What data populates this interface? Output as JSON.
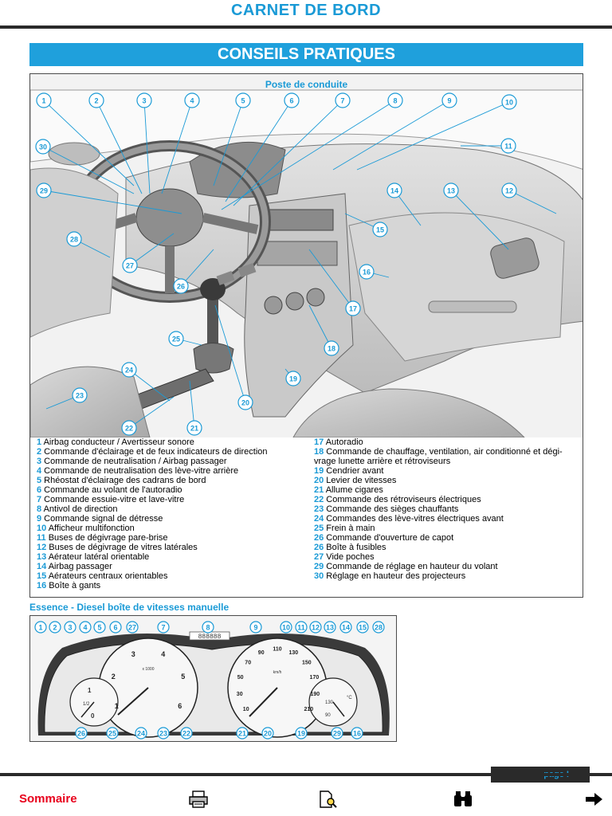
{
  "header": {
    "title": "CARNET DE BORD"
  },
  "section": {
    "title": "CONSEILS PRATIQUES"
  },
  "figure": {
    "caption": "Poste de conduite",
    "callouts": [
      "1",
      "2",
      "3",
      "4",
      "5",
      "6",
      "7",
      "8",
      "9",
      "10",
      "11",
      "12",
      "13",
      "14",
      "15",
      "16",
      "17",
      "18",
      "19",
      "20",
      "21",
      "22",
      "23",
      "24",
      "25",
      "26",
      "27",
      "28",
      "29",
      "30"
    ]
  },
  "legend": {
    "left": [
      {
        "num": "1",
        "text": " Airbag conducteur / Avertisseur sonore"
      },
      {
        "num": "2",
        "text": " Commande d'éclairage et de feux indicateurs de direction"
      },
      {
        "num": "3",
        "text": " Commande de neutralisation / Airbag passager"
      },
      {
        "num": "4",
        "text": " Commande de neutralisation des lève-vitre arrière"
      },
      {
        "num": "5",
        "text": " Rhéostat d'éclairage des cadrans de bord"
      },
      {
        "num": "6",
        "text": " Commande au volant de l'autoradio"
      },
      {
        "num": "7",
        "text": " Commande essuie-vitre et lave-vitre"
      },
      {
        "num": "8",
        "text": " Antivol de direction"
      },
      {
        "num": "9",
        "text": " Commande signal de détresse"
      },
      {
        "num": "10",
        "text": " Afficheur multifonction"
      },
      {
        "num": "11",
        "text": "  Buses de dégivrage pare-brise"
      },
      {
        "num": "12",
        "text": " Buses de dégivrage de vitres latérales"
      },
      {
        "num": "13",
        "text": " Aérateur latéral orientable"
      },
      {
        "num": "14",
        "text": " Airbag passager"
      },
      {
        "num": "15",
        "text": " Aérateurs centraux orientables"
      },
      {
        "num": "16",
        "text": "  Boîte à gants"
      }
    ],
    "right": [
      {
        "num": "17",
        "text": " Autoradio"
      },
      {
        "num": "18",
        "text": " Commande de chauffage, ventilation, air conditionné et dégi-"
      },
      {
        "num": "",
        "text": "      vrage lunette arrière et rétroviseurs"
      },
      {
        "num": "19",
        "text": " Cendrier avant"
      },
      {
        "num": "20",
        "text": " Levier de vitesses"
      },
      {
        "num": "21",
        "text": " Allume cigares"
      },
      {
        "num": "22",
        "text": " Commande des rétroviseurs électriques"
      },
      {
        "num": "23",
        "text": " Commande des sièges chauffants"
      },
      {
        "num": "24",
        "text": " Commandes des lève-vitres électriques avant"
      },
      {
        "num": "25",
        "text": " Frein à main"
      },
      {
        "num": "26",
        "text": " Commande d'ouverture de capot"
      },
      {
        "num": "26",
        "text": " Boîte à fusibles"
      },
      {
        "num": "27",
        "text": " Vide poches"
      },
      {
        "num": "29",
        "text": " Commande de réglage en hauteur du volant"
      },
      {
        "num": "30",
        "text": " Réglage en hauteur des projecteurs"
      }
    ]
  },
  "cluster": {
    "subtitle": "Essence - Diesel boîte de vitesses manuelle",
    "top_callouts": [
      "1",
      "2",
      "3",
      "4",
      "5",
      "6",
      "27",
      "7",
      "8",
      "9",
      "10",
      "11",
      "12",
      "13",
      "14",
      "15",
      "28"
    ],
    "bottom_callouts": [
      "26",
      "25",
      "24",
      "23",
      "22",
      "21",
      "20",
      "19",
      "29",
      "16"
    ],
    "odometer": "888888",
    "rpm_ticks": [
      "1",
      "2",
      "3",
      "4",
      "5",
      "6"
    ],
    "rpm_unit": "x 1000",
    "speed_ticks": [
      "10",
      "30",
      "50",
      "70",
      "90",
      "110",
      "130",
      "150",
      "170",
      "190",
      "210"
    ],
    "speed_unit": "km/h",
    "fuel_marks": [
      "1",
      "1/2",
      "0"
    ],
    "temp_marks": [
      "130",
      "90"
    ],
    "temp_unit": "°C"
  },
  "footer": {
    "page_label": "page I",
    "sommaire": "Sommaire",
    "icons": [
      "printer-icon",
      "search-document-icon",
      "binoculars-icon",
      "arrow-right-icon"
    ]
  },
  "colors": {
    "accent": "#1a9ad6",
    "link": "#e8001c",
    "rule": "#2a2a2a"
  }
}
